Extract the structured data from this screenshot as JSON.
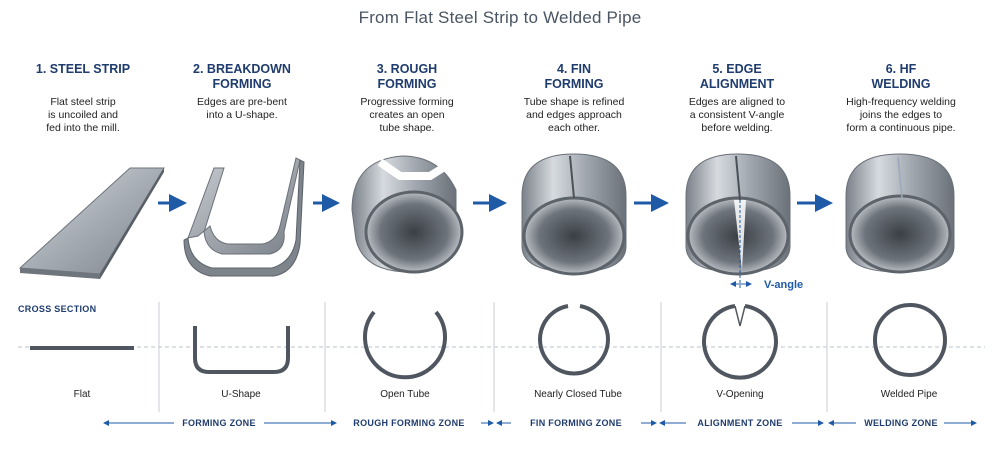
{
  "title": "From Flat Steel Strip to Welded Pipe",
  "steps": [
    {
      "title": "1. STEEL STRIP",
      "desc": "Flat steel strip\nis uncoiled and\nfed into the mill."
    },
    {
      "title": "2. BREAKDOWN\nFORMING",
      "desc": "Edges are pre-bent\ninto a U-shape."
    },
    {
      "title": "3. ROUGH\nFORMING",
      "desc": "Progressive forming\ncreates an open\ntube shape."
    },
    {
      "title": "4. FIN\nFORMING",
      "desc": "Tube shape is refined\nand edges approach\neach other."
    },
    {
      "title": "5. EDGE\nALIGNMENT",
      "desc": "Edges are aligned to\na consistent V-angle\nbefore welding."
    },
    {
      "title": "6. HF\nWELDING",
      "desc": "High-frequency welding\njoins the edges to\nform a continuous pipe."
    }
  ],
  "v_angle_label": "V-angle",
  "cross_section_label": "CROSS SECTION",
  "shapes": [
    "Flat",
    "U-Shape",
    "Open Tube",
    "Nearly Closed Tube",
    "V-Opening",
    "Welded Pipe"
  ],
  "zones": [
    "FORMING ZONE",
    "ROUGH FORMING ZONE",
    "FIN FORMING ZONE",
    "ALIGNMENT ZONE",
    "WELDING ZONE"
  ],
  "colors": {
    "title": "#4a5563",
    "heading": "#1f3c6e",
    "arrow": "#1f5aa6",
    "steel": "#8a9098",
    "divider": "#c9ced6"
  }
}
